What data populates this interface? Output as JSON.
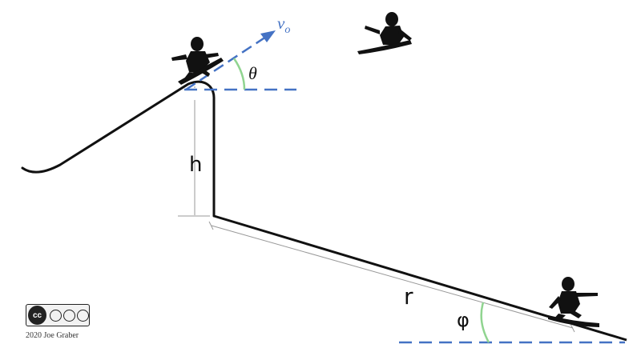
{
  "labels": {
    "velocity_base": "v",
    "velocity_sub": "o",
    "launch_angle": "θ",
    "height": "h",
    "distance": "r",
    "slope_angle": "φ"
  },
  "credit": {
    "text": "2020 Joe Graber",
    "license_badge": "cc-by-nc-sa"
  },
  "colors": {
    "velocity": "#4472c4",
    "dashed": "#4472c4",
    "angle_arc": "#90d490",
    "ramp": "#111111"
  }
}
